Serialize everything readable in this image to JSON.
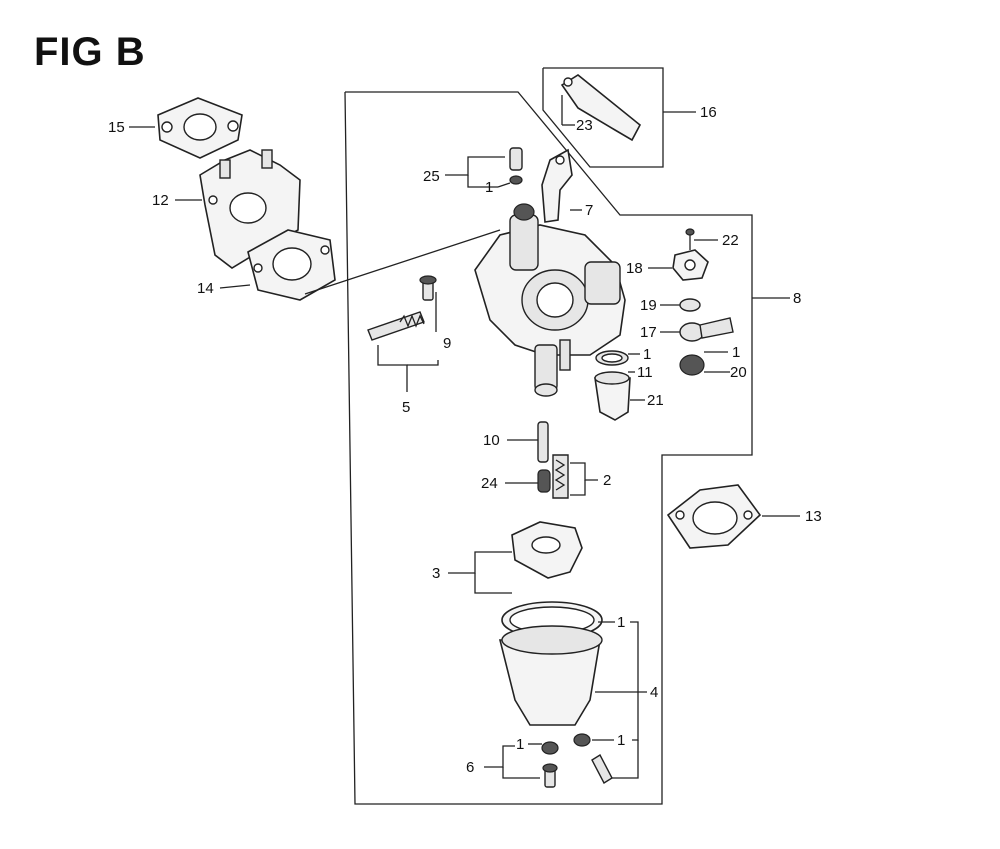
{
  "figure": {
    "title": "FIG B"
  },
  "callouts": {
    "c15": "15",
    "c12": "12",
    "c14": "14",
    "c25": "25",
    "c1_top": "1",
    "c7": "7",
    "c16": "16",
    "c23": "23",
    "c22": "22",
    "c18": "18",
    "c8": "8",
    "c19": "19",
    "c17": "17",
    "c1_r17": "1",
    "c1_r11": "1",
    "c11": "11",
    "c20": "20",
    "c21": "21",
    "c9": "9",
    "c5": "5",
    "c10": "10",
    "c24": "24",
    "c2": "2",
    "c13": "13",
    "c3": "3",
    "c1_bowl": "1",
    "c4": "4",
    "c1_washer_l": "1",
    "c1_washer_r": "1",
    "c6": "6"
  }
}
